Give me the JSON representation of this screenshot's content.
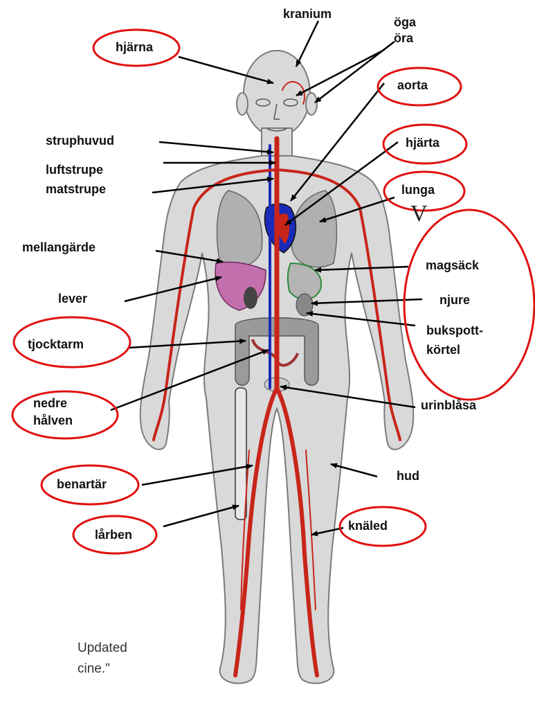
{
  "labels": {
    "kranium": "kranium",
    "oga": "öga",
    "ora": "öra",
    "hjarna": "hjärna",
    "aorta": "aorta",
    "struphuvud": "struphuvud",
    "luftstrupe": "luftstrupe",
    "matstrupe": "matstrupe",
    "hjarta": "hjärta",
    "lunga": "lunga",
    "mellangarde": "mellangärde",
    "magsack": "magsäck",
    "lever": "lever",
    "njure": "njure",
    "tjocktarm": "tjocktarm",
    "bukspott_1": "bukspott-",
    "bukspott_2": "körtel",
    "nedre_1": "nedre",
    "nedre_2": "hålven",
    "urinblasa": "urinblåsa",
    "hud": "hud",
    "benartar": "benartär",
    "larben": "lårben",
    "knaled": "knäled"
  },
  "stray_mark": "V",
  "caption": {
    "line1": "Updated",
    "line2": "cine.\""
  },
  "colors": {
    "circle": "#e01010",
    "artery": "#c8251a",
    "vein": "#1a2bb8",
    "body": "#d9d9d9",
    "outline": "#7a7a7a",
    "arrow": "#000000"
  }
}
